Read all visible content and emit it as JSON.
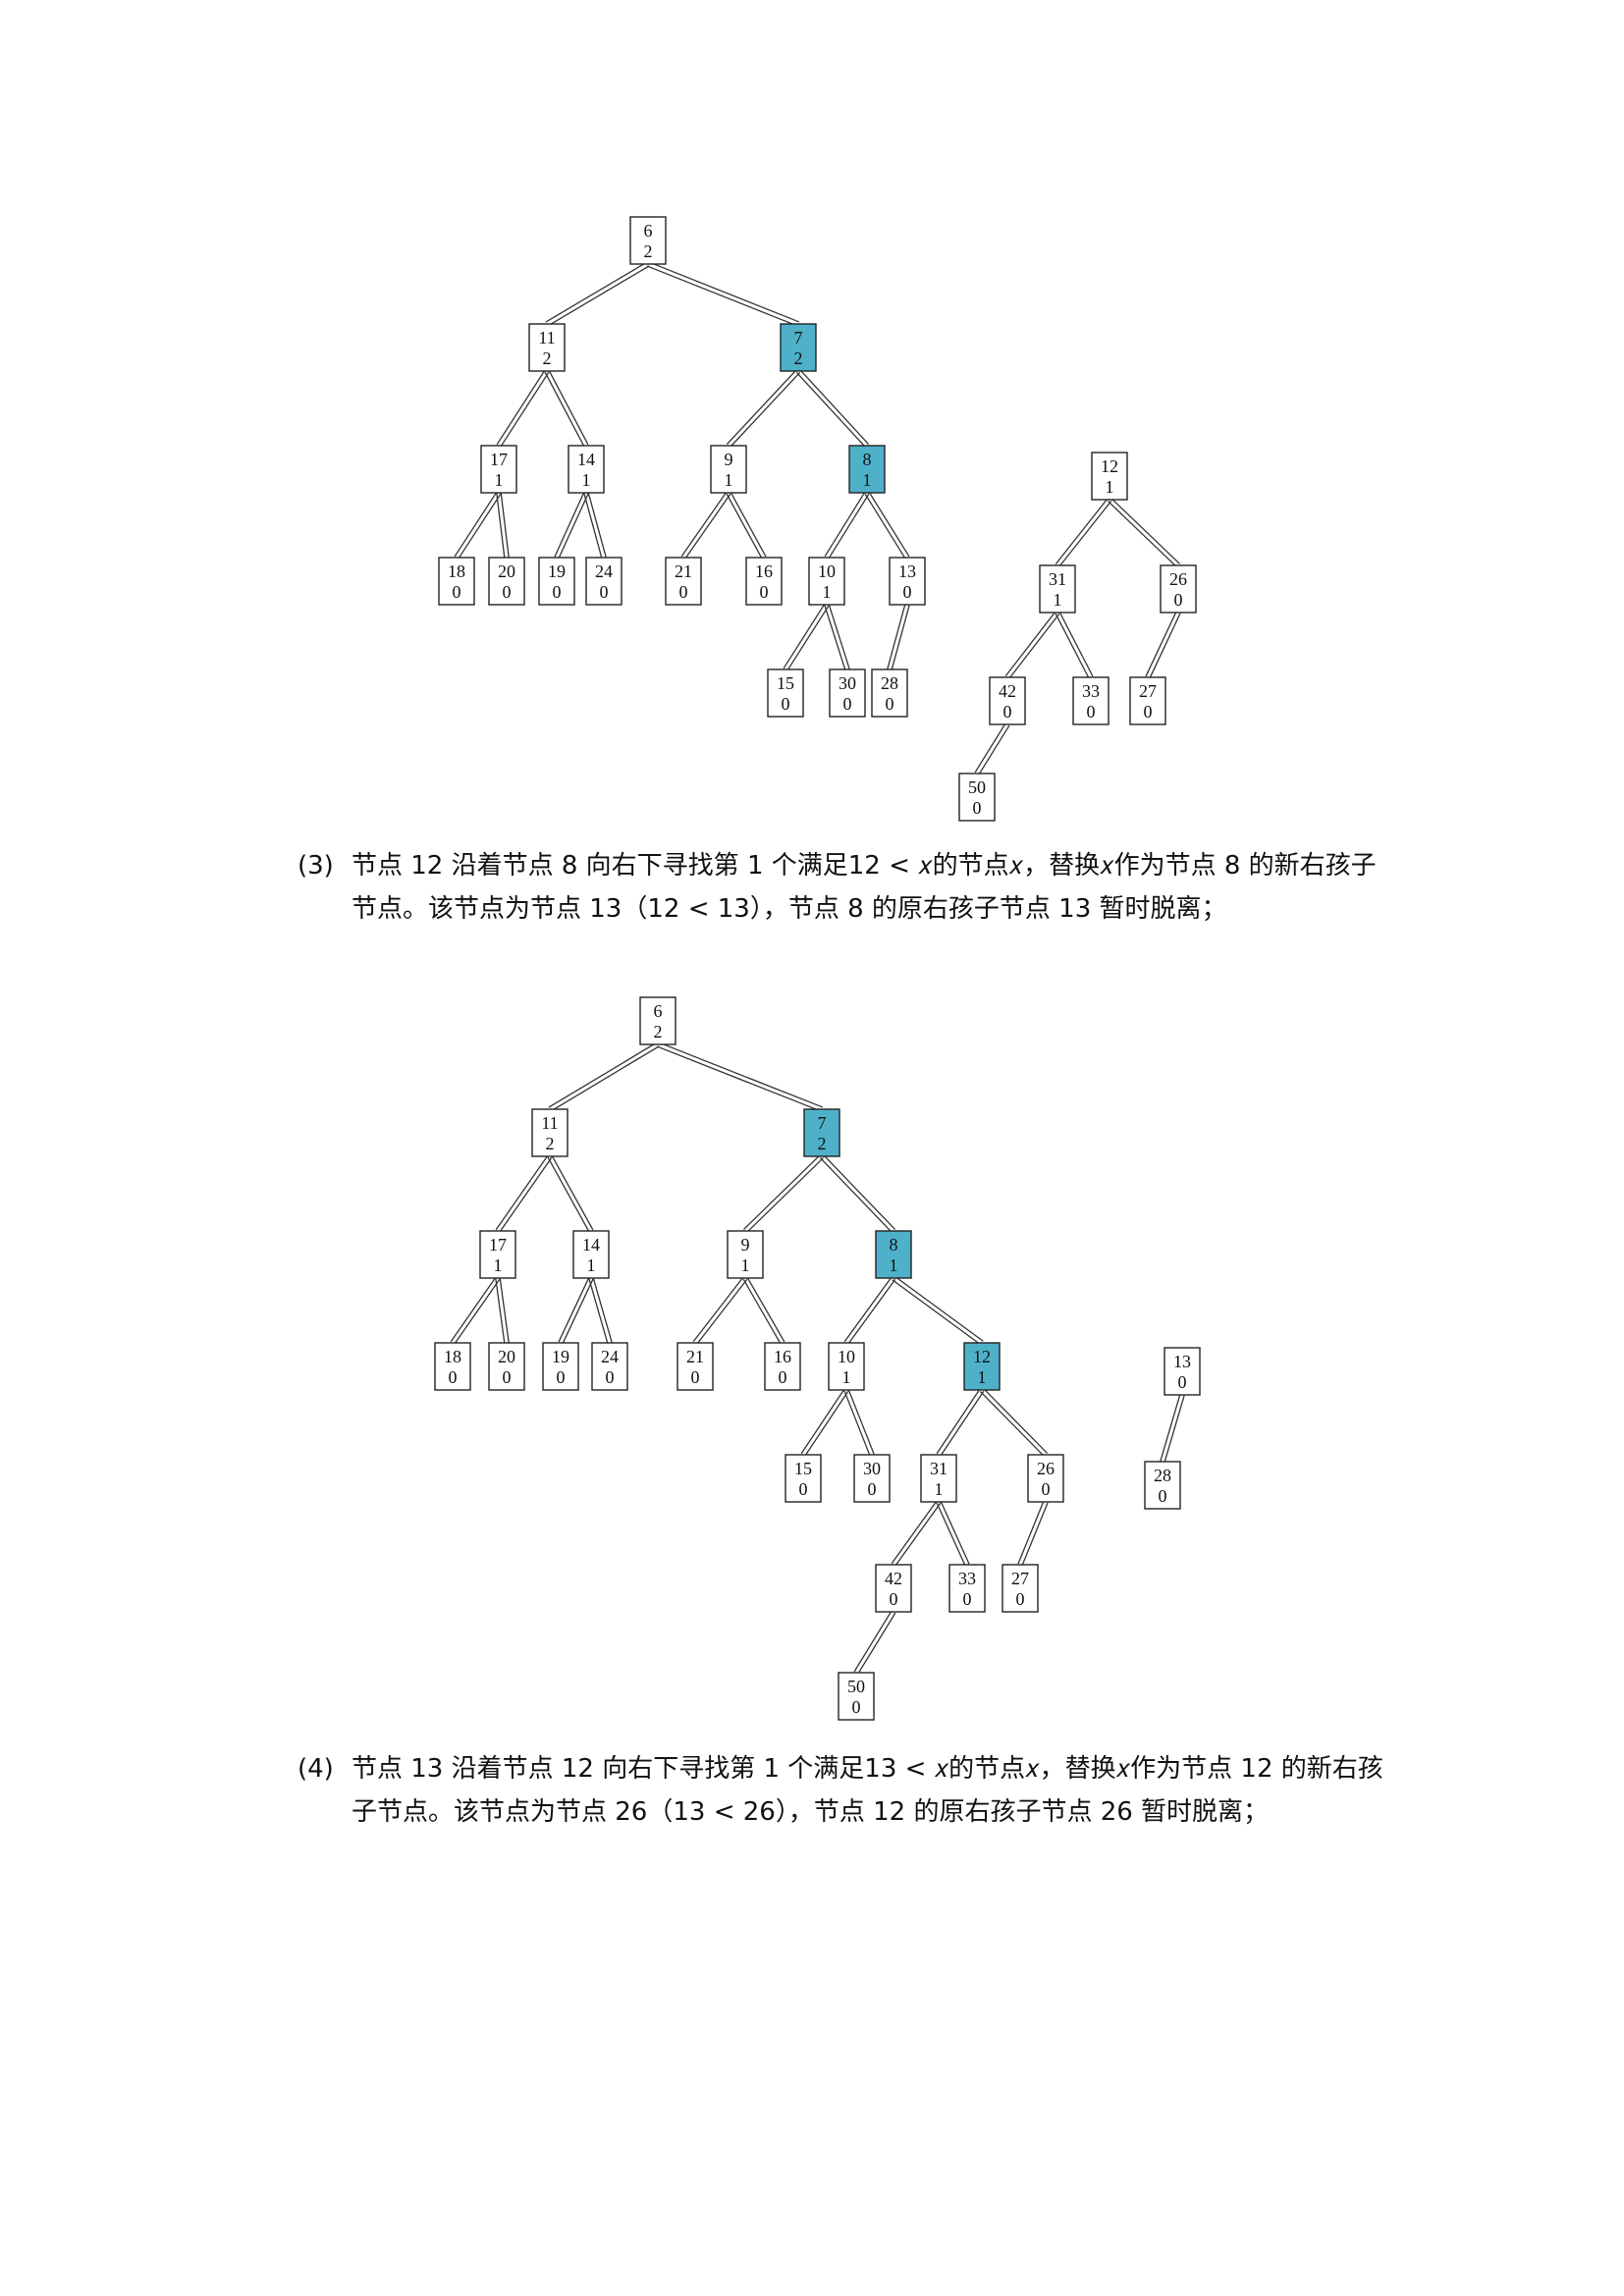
{
  "colors": {
    "highlight": "#4eb1c9",
    "normal": "#ffffff"
  },
  "diagram1": {
    "nodes": [
      {
        "id": "6",
        "key": "6",
        "dist": "2"
      },
      {
        "id": "11",
        "key": "11",
        "dist": "2"
      },
      {
        "id": "7",
        "key": "7",
        "dist": "2",
        "highlight": true
      },
      {
        "id": "17",
        "key": "17",
        "dist": "1"
      },
      {
        "id": "14",
        "key": "14",
        "dist": "1"
      },
      {
        "id": "9",
        "key": "9",
        "dist": "1"
      },
      {
        "id": "8",
        "key": "8",
        "dist": "1",
        "highlight": true
      },
      {
        "id": "18",
        "key": "18",
        "dist": "0"
      },
      {
        "id": "20",
        "key": "20",
        "dist": "0"
      },
      {
        "id": "19",
        "key": "19",
        "dist": "0"
      },
      {
        "id": "24",
        "key": "24",
        "dist": "0"
      },
      {
        "id": "21",
        "key": "21",
        "dist": "0"
      },
      {
        "id": "16",
        "key": "16",
        "dist": "0"
      },
      {
        "id": "10",
        "key": "10",
        "dist": "1"
      },
      {
        "id": "13",
        "key": "13",
        "dist": "0"
      },
      {
        "id": "15",
        "key": "15",
        "dist": "0"
      },
      {
        "id": "30",
        "key": "30",
        "dist": "0"
      },
      {
        "id": "28",
        "key": "28",
        "dist": "0"
      },
      {
        "id": "12",
        "key": "12",
        "dist": "1"
      },
      {
        "id": "31",
        "key": "31",
        "dist": "1"
      },
      {
        "id": "26",
        "key": "26",
        "dist": "0"
      },
      {
        "id": "42",
        "key": "42",
        "dist": "0"
      },
      {
        "id": "33",
        "key": "33",
        "dist": "0"
      },
      {
        "id": "27",
        "key": "27",
        "dist": "0"
      },
      {
        "id": "50",
        "key": "50",
        "dist": "0"
      }
    ],
    "edges": [
      [
        "6",
        "11"
      ],
      [
        "6",
        "7"
      ],
      [
        "11",
        "17"
      ],
      [
        "11",
        "14"
      ],
      [
        "7",
        "9"
      ],
      [
        "7",
        "8"
      ],
      [
        "17",
        "18"
      ],
      [
        "17",
        "20"
      ],
      [
        "14",
        "19"
      ],
      [
        "14",
        "24"
      ],
      [
        "9",
        "21"
      ],
      [
        "9",
        "16"
      ],
      [
        "8",
        "10"
      ],
      [
        "8",
        "13"
      ],
      [
        "10",
        "15"
      ],
      [
        "10",
        "30"
      ],
      [
        "13",
        "28"
      ],
      [
        "12",
        "31"
      ],
      [
        "12",
        "26"
      ],
      [
        "31",
        "42"
      ],
      [
        "31",
        "33"
      ],
      [
        "26",
        "27"
      ],
      [
        "42",
        "50"
      ]
    ],
    "highlight_edges": [
      [
        "6",
        "7"
      ],
      [
        "7",
        "8"
      ]
    ]
  },
  "step3": {
    "number": "(3)",
    "text": "节点 12 沿着节点 8 向右下寻找第 1 个满足12 < 𝑥的节点𝑥，替换𝑥作为节点 8 的新右孩子节点。该节点为节点 13（12 < 13），节点 8 的原右孩子节点 13 暂时脱离；"
  },
  "diagram2": {
    "nodes": [
      {
        "id": "6",
        "key": "6",
        "dist": "2"
      },
      {
        "id": "11",
        "key": "11",
        "dist": "2"
      },
      {
        "id": "7",
        "key": "7",
        "dist": "2",
        "highlight": true
      },
      {
        "id": "17",
        "key": "17",
        "dist": "1"
      },
      {
        "id": "14",
        "key": "14",
        "dist": "1"
      },
      {
        "id": "9",
        "key": "9",
        "dist": "1"
      },
      {
        "id": "8",
        "key": "8",
        "dist": "1",
        "highlight": true
      },
      {
        "id": "18",
        "key": "18",
        "dist": "0"
      },
      {
        "id": "20",
        "key": "20",
        "dist": "0"
      },
      {
        "id": "19",
        "key": "19",
        "dist": "0"
      },
      {
        "id": "24",
        "key": "24",
        "dist": "0"
      },
      {
        "id": "21",
        "key": "21",
        "dist": "0"
      },
      {
        "id": "16",
        "key": "16",
        "dist": "0"
      },
      {
        "id": "10",
        "key": "10",
        "dist": "1"
      },
      {
        "id": "12",
        "key": "12",
        "dist": "1",
        "highlight": true
      },
      {
        "id": "15",
        "key": "15",
        "dist": "0"
      },
      {
        "id": "30",
        "key": "30",
        "dist": "0"
      },
      {
        "id": "31",
        "key": "31",
        "dist": "1"
      },
      {
        "id": "26",
        "key": "26",
        "dist": "0"
      },
      {
        "id": "42",
        "key": "42",
        "dist": "0"
      },
      {
        "id": "33",
        "key": "33",
        "dist": "0"
      },
      {
        "id": "27",
        "key": "27",
        "dist": "0"
      },
      {
        "id": "50",
        "key": "50",
        "dist": "0"
      },
      {
        "id": "13",
        "key": "13",
        "dist": "0"
      },
      {
        "id": "28",
        "key": "28",
        "dist": "0"
      }
    ],
    "edges": [
      [
        "6",
        "11"
      ],
      [
        "6",
        "7"
      ],
      [
        "11",
        "17"
      ],
      [
        "11",
        "14"
      ],
      [
        "7",
        "9"
      ],
      [
        "7",
        "8"
      ],
      [
        "17",
        "18"
      ],
      [
        "17",
        "20"
      ],
      [
        "14",
        "19"
      ],
      [
        "14",
        "24"
      ],
      [
        "9",
        "21"
      ],
      [
        "9",
        "16"
      ],
      [
        "8",
        "10"
      ],
      [
        "8",
        "12"
      ],
      [
        "10",
        "15"
      ],
      [
        "10",
        "30"
      ],
      [
        "12",
        "31"
      ],
      [
        "12",
        "26"
      ],
      [
        "31",
        "42"
      ],
      [
        "31",
        "33"
      ],
      [
        "26",
        "27"
      ],
      [
        "42",
        "50"
      ],
      [
        "13",
        "28"
      ]
    ],
    "highlight_edges": [
      [
        "6",
        "7"
      ],
      [
        "7",
        "8"
      ],
      [
        "8",
        "12"
      ]
    ]
  },
  "step4": {
    "number": "(4)",
    "text": "节点 13 沿着节点 12 向右下寻找第 1 个满足13 < 𝑥的节点𝑥，替换𝑥作为节点 12 的新右孩子节点。该节点为节点 26（13 < 26），节点 12 的原右孩子节点 26 暂时脱离；"
  }
}
